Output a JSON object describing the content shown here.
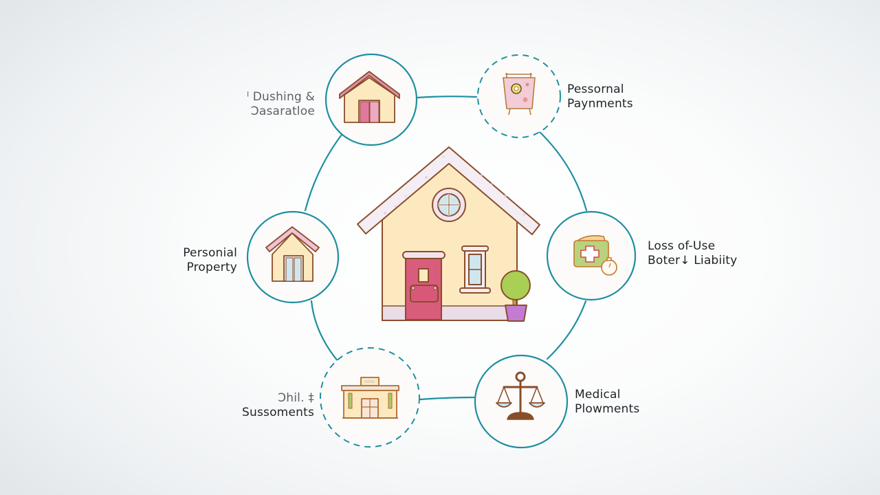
{
  "diagram": {
    "type": "hub-and-ring",
    "center": {
      "name": "house",
      "icon": "house-icon"
    },
    "ring_color": "#1e8fa0",
    "nodes": [
      {
        "id": "top-left",
        "icon": "house-small-pink-door-icon",
        "border": "solid",
        "label_lines": [
          "ˡ Dushing &",
          "Ɔasaratloe"
        ]
      },
      {
        "id": "top-right",
        "icon": "payment-easel-board-icon",
        "border": "dashed",
        "label_lines": [
          "Pessornal",
          "Paynments"
        ]
      },
      {
        "id": "mid-left",
        "icon": "house-small-glass-door-icon",
        "border": "solid",
        "label_lines": [
          "Personial",
          "Property"
        ]
      },
      {
        "id": "mid-right",
        "icon": "first-aid-kit-stopwatch-icon",
        "border": "solid",
        "label_lines": [
          "Loss of-Use",
          "Boter↓ Liabiity"
        ]
      },
      {
        "id": "bottom-left",
        "icon": "storefront-building-icon",
        "border": "dashed",
        "label_lines": [
          "Ɔhil. ‡",
          "Sussoments"
        ]
      },
      {
        "id": "bottom-right",
        "icon": "balance-scale-icon",
        "border": "solid",
        "label_lines": [
          "Medical",
          "Plowments"
        ]
      }
    ]
  },
  "colors": {
    "teal": "#1e8fa0",
    "house_wall": "#fde9c0",
    "roof_pink": "#e08aa8",
    "door_red": "#d85c7c",
    "outline_brown": "#8a4d2a",
    "plant_green": "#a9cf55",
    "pot_purple": "#c47bd4",
    "glass_blue": "#cfe6ee"
  }
}
